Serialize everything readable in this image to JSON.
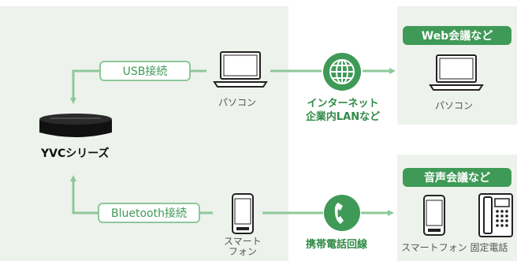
{
  "local_side": {
    "device_label": "YVCシリーズ",
    "usb_connection_label": "USB接続",
    "bluetooth_connection_label": "Bluetooth接続",
    "pc_label": "パソコン",
    "smartphone_label": "スマート\nフォン"
  },
  "networks": {
    "internet_label": "インターネット\n企業内LANなど",
    "phone_line_label": "携帯電話回線"
  },
  "remote_side": {
    "web_meeting_title": "Web会議など",
    "web_meeting_pc_label": "パソコン",
    "audio_meeting_title": "音声会議など",
    "audio_meeting_devices_label": "スマートフォン 固定電話"
  },
  "colors": {
    "panel_bg": "#eef2ec",
    "accent_green": "#3f9a57",
    "pill_border": "#8ec89a",
    "arrow_green": "#8ec89a"
  }
}
